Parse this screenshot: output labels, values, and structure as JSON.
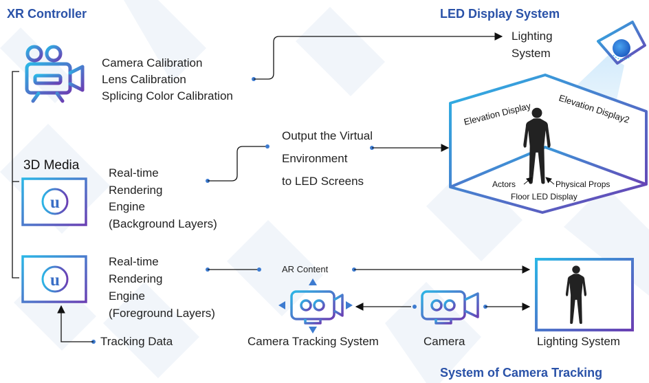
{
  "headings": {
    "xr_controller": "XR Controller",
    "led_display_system": "LED Display  System",
    "camera_tracking_system_title": "System of Camera Tracking"
  },
  "labels": {
    "media_3d": "3D Media",
    "lighting_system_top": [
      "Lighting",
      "System"
    ],
    "calibration": [
      "Camera Calibration",
      "Lens Calibration",
      "Splicing Color Calibration"
    ],
    "output": [
      "Output the Virtual",
      "Environment",
      "to LED Screens"
    ],
    "engine_background": [
      "Real-time",
      "Rendering",
      "Engine",
      "(Background Layers)"
    ],
    "engine_foreground": [
      "Real-time",
      "Rendering",
      "Engine",
      "(Foreground Layers)"
    ],
    "ar_content": "AR Content",
    "tracking_data": "Tracking Data",
    "camera_tracking_system": "Camera Tracking System",
    "camera": "Camera",
    "lighting_system_bottom": "Lighting System"
  },
  "led_box": {
    "elevation_display": "Elevation Display",
    "elevation_display_2": "Elevation Display2",
    "actors": "Actors",
    "physical_props": "Physical Props",
    "floor_led_display": "Floor LED Display"
  },
  "watermark": "Small Unit Big Display",
  "colors": {
    "heading_blue": "#2a52a8",
    "dot_blue": "#3d7bd0",
    "icon_cyan": "#2bb6e6",
    "icon_purple": "#6a3fb3",
    "line_dark": "#111111",
    "silhouette": "#222222"
  },
  "icons": [
    "video-camera-icon",
    "unreal-engine-icon",
    "tracking-camera-icon",
    "camera-icon",
    "spotlight-icon",
    "human-figure-icon"
  ]
}
